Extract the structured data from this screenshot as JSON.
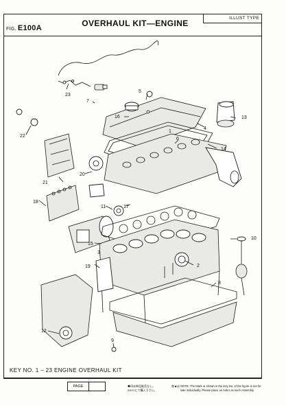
{
  "header": {
    "illust_type": "ILLUST TYPE",
    "fig_prefix": "FIG.",
    "fig_number": "E100A",
    "title": "OVERHAUL KIT—ENGINE"
  },
  "callouts": [
    "1",
    "2",
    "3",
    "4",
    "5",
    "6",
    "7",
    "8",
    "9",
    "10",
    "11",
    "12",
    "13",
    "14",
    "15",
    "16",
    "17",
    "18",
    "19",
    "20",
    "21",
    "22",
    "23"
  ],
  "key": "KEY NO.   1 – 23  ENGINE  OVERHAUL  KIT",
  "footer": {
    "page_label": "PAGE",
    "japanese_note": "◆印は単品販売なし。　　　　　　各★はASSYにて購入下さい。",
    "note": "NOTE: The Mark ★ shown in the Key No. of the figure is not for sale individually. Please place an order as each Assembly."
  }
}
